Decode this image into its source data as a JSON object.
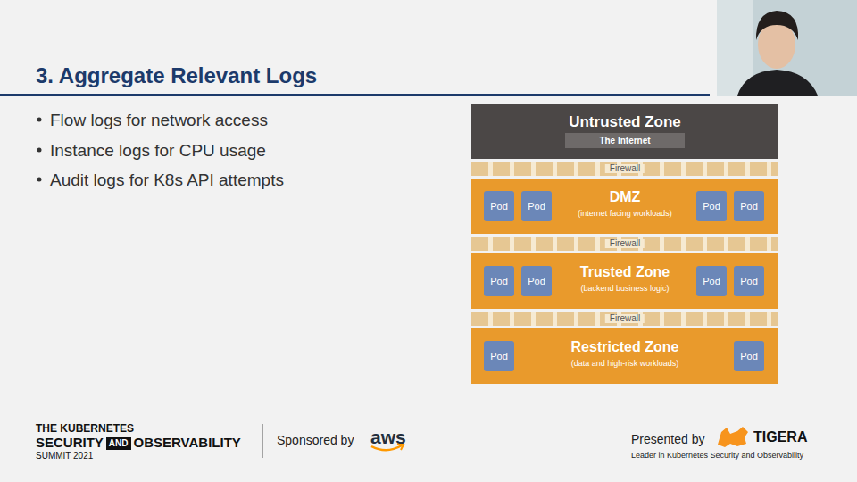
{
  "diagram": {
    "title": "3. Aggregate Relevant Logs",
    "nodes": [
      {
        "text": [
          "Untrusted Zone"
        ]
      },
      {
        "text": [
          "The Internet"
        ],
        "in": 0
      },
      {
        "text": [
          "Firewall"
        ]
      },
      {
        "text": [
          "DMZ",
          "(internet facing workloads)"
        ]
      },
      {
        "text": [
          "Pod"
        ],
        "in": 3
      },
      {
        "text": [
          "Pod"
        ],
        "in": 3
      },
      {
        "text": [
          "Pod"
        ],
        "in": 3
      },
      {
        "text": [
          "Pod"
        ],
        "in": 3
      },
      {
        "text": [
          "Firewall"
        ]
      },
      {
        "text": [
          "Trusted Zone",
          "(backend business logic)"
        ]
      },
      {
        "text": [
          "Pod"
        ],
        "in": 9
      },
      {
        "text": [
          "Pod"
        ],
        "in": 9
      },
      {
        "text": [
          "Pod"
        ],
        "in": 9
      },
      {
        "text": [
          "Pod"
        ],
        "in": 9
      },
      {
        "text": [
          "Firewall"
        ]
      },
      {
        "text": [
          "Restricted Zone",
          "(data and high-risk workloads)"
        ]
      },
      {
        "text": [
          "Pod"
        ],
        "in": 15
      },
      {
        "text": [
          "Pod"
        ],
        "in": 15
      }
    ],
    "labels": [
      "Flow logs for network access",
      "Instance logs for CPU usage",
      "Audit logs for K8s API attempts",
      "THE KUBERNETES",
      "SECURITY",
      "AND",
      "OBSERVABILITY",
      "SUMMIT 2021",
      "Sponsored by",
      "aws",
      "Presented by",
      "TIGERA",
      "Leader in Kubernetes Security and Observability"
    ]
  }
}
